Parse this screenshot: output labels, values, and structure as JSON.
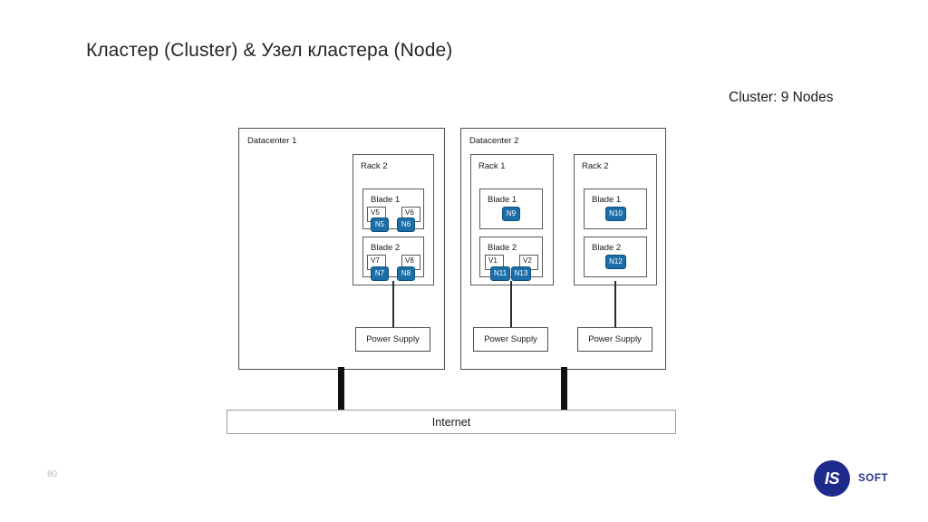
{
  "slide": {
    "title": "Кластер (Cluster) & Узел кластера (Node)",
    "page_number": "80",
    "cluster_caption": "Cluster: 9 Nodes"
  },
  "colors": {
    "node_fill": "#1c6ea8",
    "node_border": "#0f4f7d",
    "box_border": "#555555",
    "connector": "#111111",
    "logo_navy": "#1d2a8c",
    "background": "#ffffff"
  },
  "diagram": {
    "type": "infrastructure-topology",
    "datacenters": [
      {
        "label": "Datacenter 1",
        "racks": [
          {
            "label": "Rack 2",
            "blades": [
              {
                "label": "Blade 1",
                "vms": [
                  "V5",
                  "V6"
                ],
                "nodes": [
                  "N5",
                  "N6"
                ]
              },
              {
                "label": "Blade 2",
                "vms": [
                  "V7",
                  "V8"
                ],
                "nodes": [
                  "N7",
                  "N8"
                ]
              }
            ],
            "power_supply": "Power Supply"
          }
        ]
      },
      {
        "label": "Datacenter 2",
        "racks": [
          {
            "label": "Rack 1",
            "blades": [
              {
                "label": "Blade 1",
                "vms": [],
                "nodes": [
                  "N9"
                ]
              },
              {
                "label": "Blade 2",
                "vms": [
                  "V1",
                  "V2"
                ],
                "nodes": [
                  "N11",
                  "N13"
                ]
              }
            ],
            "power_supply": "Power Supply"
          },
          {
            "label": "Rack 2",
            "blades": [
              {
                "label": "Blade 1",
                "vms": [],
                "nodes": [
                  "N10"
                ]
              },
              {
                "label": "Blade 2",
                "vms": [],
                "nodes": [
                  "N12"
                ]
              }
            ],
            "power_supply": "Power Supply"
          }
        ]
      }
    ],
    "network": {
      "label": "Internet"
    }
  },
  "branding": {
    "logo_mark": "IS",
    "logo_text": "SOFT"
  }
}
